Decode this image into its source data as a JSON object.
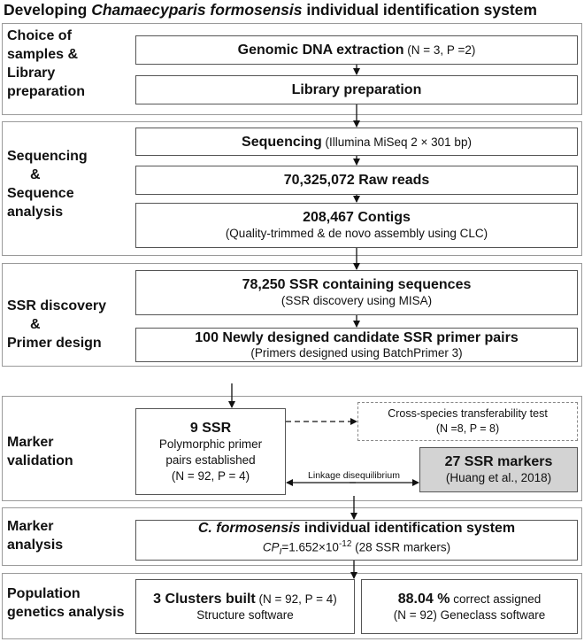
{
  "title": {
    "pre": "Developing ",
    "italic": "Chamaecyparis formosensis",
    "post": " individual identification system"
  },
  "sections": {
    "s1": {
      "label": [
        "Choice of",
        "samples &",
        "Library",
        "preparation"
      ]
    },
    "s2": {
      "label": [
        "Sequencing",
        "&",
        "Sequence",
        "analysis"
      ]
    },
    "s3": {
      "label": [
        "SSR discovery",
        "&",
        "Primer design"
      ]
    },
    "s4": {
      "label": [
        "Marker",
        "validation"
      ]
    },
    "s5": {
      "label": [
        "Marker",
        "analysis"
      ]
    },
    "s6": {
      "label": [
        "Population",
        "genetics analysis"
      ]
    }
  },
  "boxes": {
    "dna": {
      "main": "Genomic DNA extraction",
      "detail": " (N = 3, P =2)"
    },
    "lib": {
      "main": "Library preparation"
    },
    "seq": {
      "main": "Sequencing",
      "detail": " (Illumina MiSeq 2 × 301 bp)"
    },
    "raw": {
      "main": "70,325,072 Raw reads"
    },
    "contigs": {
      "main": "208,467 Contigs",
      "sub": "(Quality-trimmed & de novo assembly using CLC)"
    },
    "ssrseq": {
      "main": "78,250 SSR containing sequences",
      "sub": "(SSR discovery using MISA)"
    },
    "primers": {
      "main": "100 Newly designed candidate SSR primer pairs",
      "sub": "(Primers designed using BatchPrimer 3)"
    },
    "ssr9": {
      "main": "9 SSR",
      "sub1": "Polymorphic primer",
      "sub2": "pairs established",
      "sub3": "(N = 92, P = 4)"
    },
    "cross": {
      "line1": "Cross-species transferability test",
      "line2": "(N =8, P = 8)"
    },
    "ssr27": {
      "main": "27 SSR markers",
      "sub": "(Huang et al., 2018)"
    },
    "linkage": {
      "label": "Linkage disequilibrium"
    },
    "system": {
      "italic": "C. formosensis",
      "main": " individual identification system",
      "cp_sym": "CP",
      "cp_sub": "I",
      "cp_val": "=1.652×10",
      "cp_exp": "-12",
      "cp_note": " (28 SSR markers)"
    },
    "clusters": {
      "main": "3 Clusters built",
      "detail": " (N = 92, P = 4)",
      "sub": "Structure software"
    },
    "assigned": {
      "main": "88.04 %",
      "detail": " correct assigned",
      "sub": "(N = 92) Geneclass software"
    }
  }
}
